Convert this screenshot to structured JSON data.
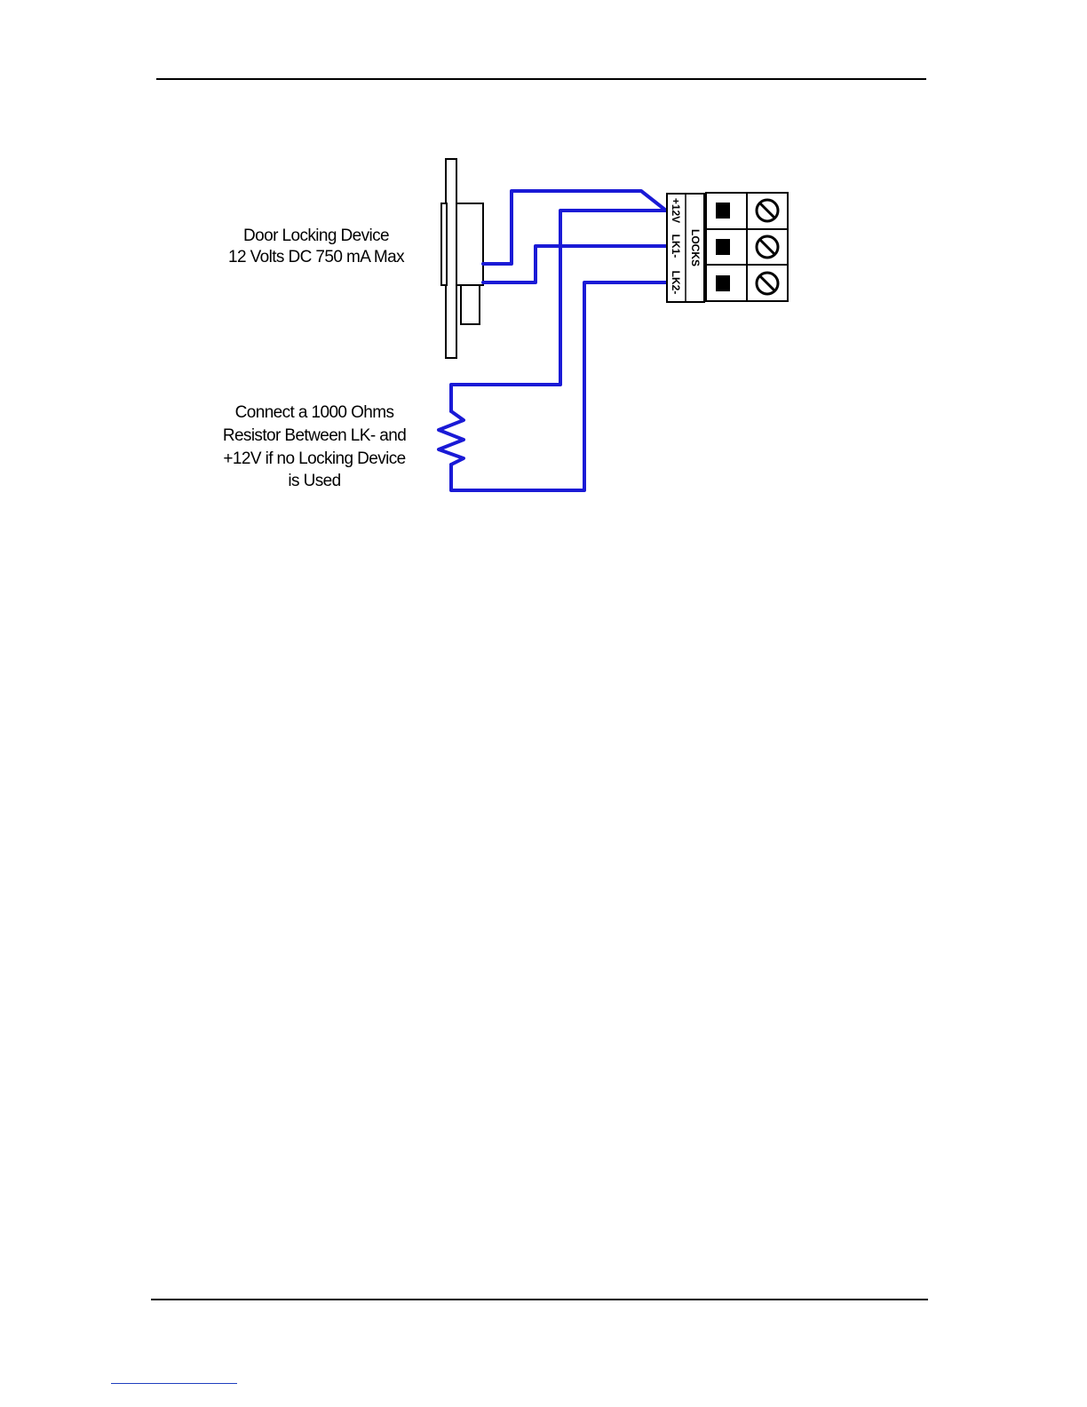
{
  "diagram": {
    "lock_label": {
      "line1": "Door Locking Device",
      "line2": "12 Volts DC 750 mA Max"
    },
    "resistor_note": {
      "line1": "Connect a 1000 Ohms",
      "line2": "Resistor Between LK- and",
      "line3": "+12V if no Locking Device",
      "line4": "is Used"
    },
    "terminal": {
      "group_label": "LOCKS",
      "pins": [
        "+12V",
        "LK1-",
        "LK2-"
      ]
    },
    "colors": {
      "wire": "#1a1ad6",
      "outline": "#000000"
    }
  }
}
